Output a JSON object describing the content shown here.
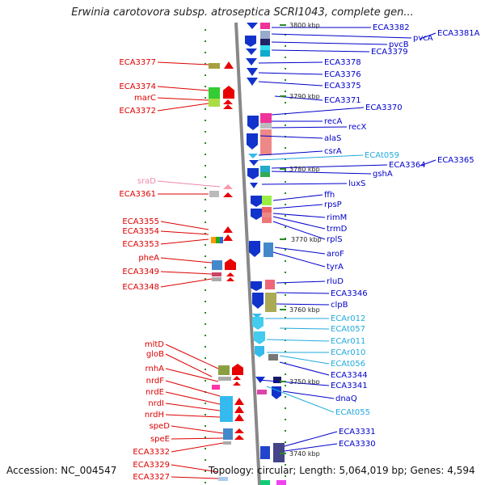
{
  "title": "Erwinia carotovora subsp. atroseptica SCRI1043, complete gen...",
  "footer": {
    "accession": "Accession: NC_004547",
    "stats": "Topology: circular; Length: 5,064,019 bp; Genes: 4,594"
  },
  "colors": {
    "left_label": "#dd0000",
    "right_label": "#0000cc",
    "rna_label": "#22aadd",
    "srna_label": "#ee88aa",
    "backbone": "#888888"
  },
  "scale_marks": [
    "3800 kbp",
    "3790 kbp",
    "3780 kbp",
    "3770 kbp",
    "3760 kbp",
    "3750 kbp",
    "3740 kbp"
  ],
  "left_labels": [
    {
      "text": "ECA3377",
      "kind": "gene"
    },
    {
      "text": "ECA3374",
      "kind": "gene"
    },
    {
      "text": "marC",
      "kind": "gene"
    },
    {
      "text": "ECA3372",
      "kind": "gene"
    },
    {
      "text": "sraD",
      "kind": "srna"
    },
    {
      "text": "ECA3361",
      "kind": "gene"
    },
    {
      "text": "ECA3355",
      "kind": "gene"
    },
    {
      "text": "ECA3354",
      "kind": "gene"
    },
    {
      "text": "ECA3353",
      "kind": "gene"
    },
    {
      "text": "pheA",
      "kind": "gene"
    },
    {
      "text": "ECA3349",
      "kind": "gene"
    },
    {
      "text": "ECA3348",
      "kind": "gene"
    },
    {
      "text": "mltD",
      "kind": "gene"
    },
    {
      "text": "gloB",
      "kind": "gene"
    },
    {
      "text": "rnhA",
      "kind": "gene"
    },
    {
      "text": "nrdF",
      "kind": "gene"
    },
    {
      "text": "nrdE",
      "kind": "gene"
    },
    {
      "text": "nrdI",
      "kind": "gene"
    },
    {
      "text": "nrdH",
      "kind": "gene"
    },
    {
      "text": "speD",
      "kind": "gene"
    },
    {
      "text": "speE",
      "kind": "gene"
    },
    {
      "text": "ECA3332",
      "kind": "gene"
    },
    {
      "text": "ECA3329",
      "kind": "gene"
    },
    {
      "text": "ECA3327",
      "kind": "gene"
    }
  ],
  "right_labels": [
    {
      "text": "ECA3382",
      "kind": "gene"
    },
    {
      "text": "ECA3381A",
      "kind": "gene"
    },
    {
      "text": "pvcA",
      "kind": "gene"
    },
    {
      "text": "pvcB",
      "kind": "gene"
    },
    {
      "text": "ECA3379",
      "kind": "gene"
    },
    {
      "text": "ECA3378",
      "kind": "gene"
    },
    {
      "text": "ECA3376",
      "kind": "gene"
    },
    {
      "text": "ECA3375",
      "kind": "gene"
    },
    {
      "text": "ECA3371",
      "kind": "gene"
    },
    {
      "text": "ECA3370",
      "kind": "gene"
    },
    {
      "text": "recA",
      "kind": "gene"
    },
    {
      "text": "recX",
      "kind": "gene"
    },
    {
      "text": "alaS",
      "kind": "gene"
    },
    {
      "text": "csrA",
      "kind": "gene"
    },
    {
      "text": "ECAt059",
      "kind": "rna"
    },
    {
      "text": "ECA3365",
      "kind": "gene"
    },
    {
      "text": "ECA3364",
      "kind": "gene"
    },
    {
      "text": "gshA",
      "kind": "gene"
    },
    {
      "text": "luxS",
      "kind": "gene"
    },
    {
      "text": "ffh",
      "kind": "gene"
    },
    {
      "text": "rpsP",
      "kind": "gene"
    },
    {
      "text": "rimM",
      "kind": "gene"
    },
    {
      "text": "trmD",
      "kind": "gene"
    },
    {
      "text": "rplS",
      "kind": "gene"
    },
    {
      "text": "aroF",
      "kind": "gene"
    },
    {
      "text": "tyrA",
      "kind": "gene"
    },
    {
      "text": "rluD",
      "kind": "gene"
    },
    {
      "text": "ECA3346",
      "kind": "gene"
    },
    {
      "text": "clpB",
      "kind": "gene"
    },
    {
      "text": "ECAr012",
      "kind": "rna"
    },
    {
      "text": "ECAt057",
      "kind": "rna"
    },
    {
      "text": "ECAr011",
      "kind": "rna"
    },
    {
      "text": "ECAr010",
      "kind": "rna"
    },
    {
      "text": "ECAt056",
      "kind": "rna"
    },
    {
      "text": "ECA3344",
      "kind": "gene"
    },
    {
      "text": "ECA3341",
      "kind": "gene"
    },
    {
      "text": "dnaQ",
      "kind": "gene"
    },
    {
      "text": "ECAt055",
      "kind": "rna"
    },
    {
      "text": "ECA3331",
      "kind": "gene"
    },
    {
      "text": "ECA3330",
      "kind": "gene"
    }
  ]
}
